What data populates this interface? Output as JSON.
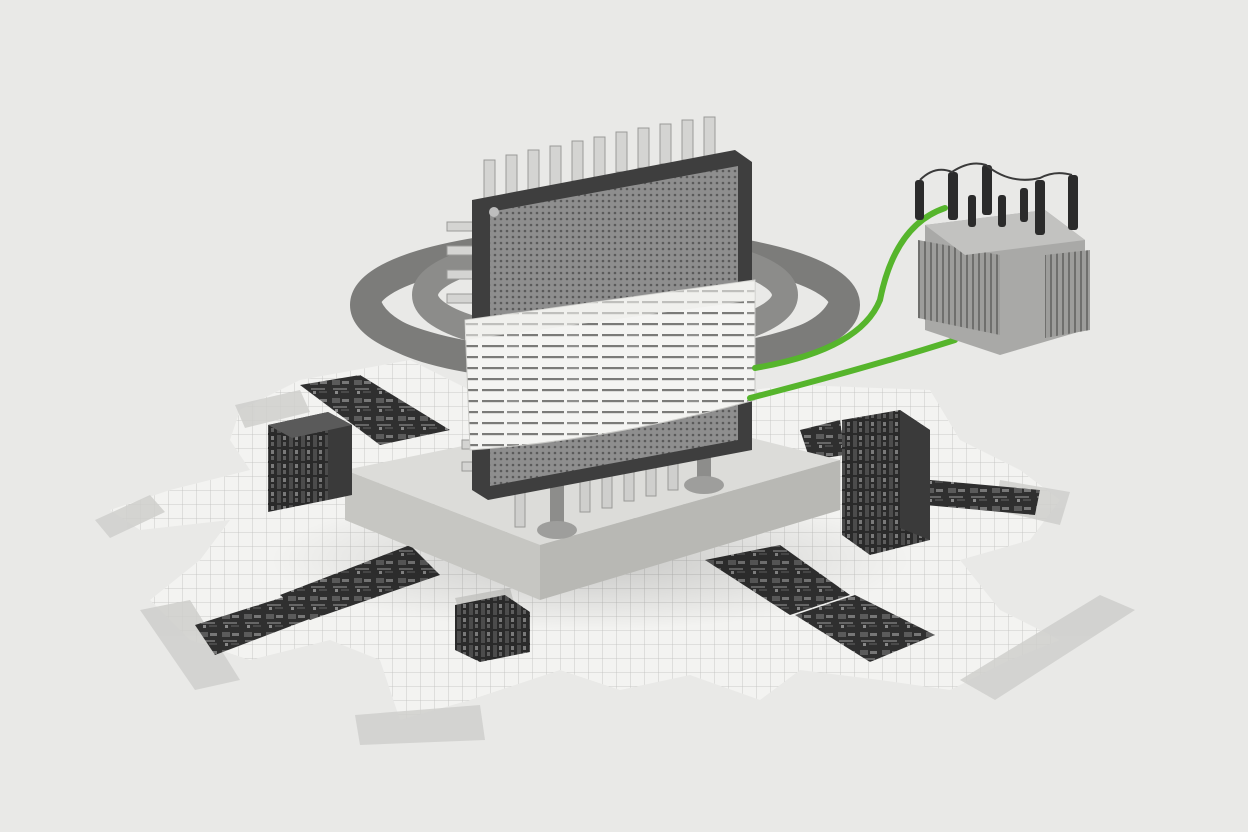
{
  "colors": {
    "background": "#e9e9e7",
    "paper": "#f3f3f1",
    "grid_line": "#b9b9b6",
    "tape": "#cfcfcc",
    "platform_top": "#dcdcd9",
    "platform_side": "#b8b8b4",
    "chip_body": "#3e3e3e",
    "chip_face": "#9a9a9a",
    "pin": "#d4d4d2",
    "coil": "#8c8c8a",
    "wrap_paper": "#f4f4f2",
    "wrap_text": "#6a6a68",
    "board_photo": "#2e2e2e",
    "transformer": "#a9a9a7",
    "insulator": "#2b2b2b",
    "cable_green": "#56b52c"
  },
  "scene_elements": [
    "grid-paper-sheet",
    "masking-tape-strip",
    "circuit-board-photo-tile",
    "server-block",
    "concrete-platform",
    "mounting-bolt",
    "coiled-cable-ring",
    "microchip",
    "chip-pin",
    "paper-wrap-band",
    "green-power-cable",
    "electrical-transformer",
    "transformer-bushing"
  ]
}
